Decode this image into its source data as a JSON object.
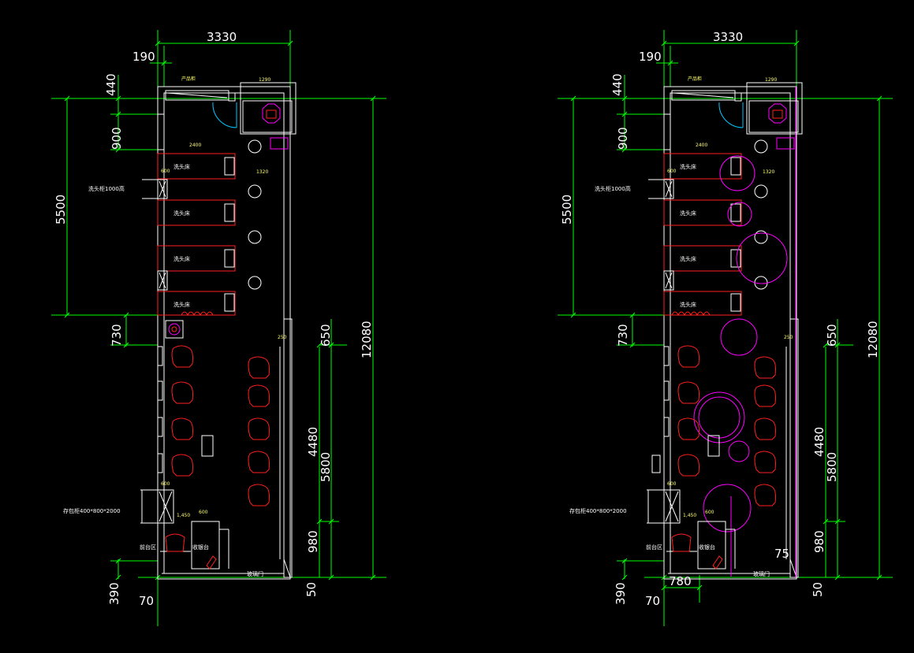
{
  "plans": [
    {
      "id": "left",
      "dims": {
        "top_width": "3330",
        "wall_190": "190",
        "d440": "440",
        "d900": "900",
        "d5500": "5500",
        "d730": "730",
        "d650": "650",
        "d4480": "4480",
        "d5800": "5800",
        "d980": "980",
        "d12080": "12080",
        "d390": "390",
        "d70": "70",
        "d50": "50"
      },
      "small": {
        "s1290": "1290",
        "s2400": "2400",
        "s1320": "1320",
        "s600a": "600",
        "s600b": "600",
        "s1450": "1,450",
        "s600c": "600",
        "s250": "250"
      },
      "labels": {
        "product_cabinet": "产品柜",
        "wash_bed_1": "洗头床",
        "wash_bed_2": "洗头床",
        "wash_bed_3": "洗头床",
        "wash_bed_4": "洗头床",
        "shampoo_cabinet": "洗头柜1000高",
        "storage_cabinet": "存包柜400*800*2000",
        "front_desk_area": "前台区",
        "cashier": "收银台",
        "entrance": "玻璃门"
      }
    },
    {
      "id": "right",
      "dims": {
        "top_width": "3330",
        "wall_190": "190",
        "d440": "440",
        "d900": "900",
        "d5500": "5500",
        "d730": "730",
        "d650": "650",
        "d4480": "4480",
        "d5800": "5800",
        "d980": "980",
        "d12080": "12080",
        "d390": "390",
        "d70": "70",
        "d50": "50",
        "d75": "75",
        "d780": "780"
      },
      "small": {
        "s1290": "1290",
        "s2400": "2400",
        "s1320": "1320",
        "s600a": "600",
        "s600b": "600",
        "s1450": "1,450",
        "s600c": "600",
        "s250": "250"
      },
      "labels": {
        "product_cabinet": "产品柜",
        "wash_bed_1": "洗头床",
        "wash_bed_2": "洗头床",
        "wash_bed_3": "洗头床",
        "wash_bed_4": "洗头床",
        "shampoo_cabinet": "洗头柜1000高",
        "storage_cabinet": "存包柜400*800*2000",
        "front_desk_area": "前台区",
        "cashier": "收银台",
        "entrance": "玻璃门"
      }
    }
  ],
  "colors": {
    "dimension": "#00ff00",
    "wall": "#ffffff",
    "furniture": "#ff2020",
    "circulation": "#ff00ff",
    "door": "#00c8ff",
    "small_text": "#ffff66"
  }
}
